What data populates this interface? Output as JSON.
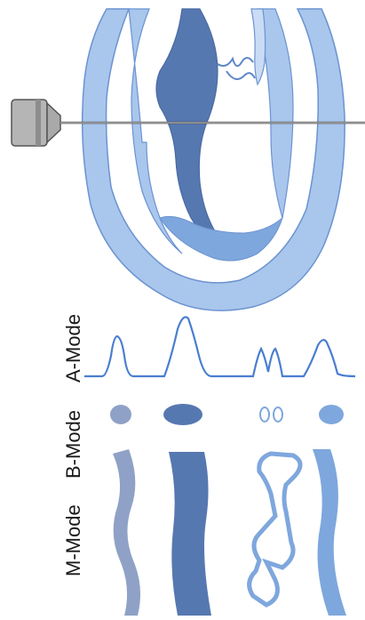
{
  "labels": {
    "a_mode": "A-Mode",
    "b_mode": "B-Mode",
    "m_mode": "M-Mode"
  },
  "colors": {
    "light_blue": "#a9c6ec",
    "mid_blue": "#7ea7dd",
    "dark_blue": "#5678b0",
    "gray_blue": "#8fa1c6",
    "outline": "#5d86c8",
    "probe_gray": "#9a9a9a"
  },
  "icons": {
    "probe": "ultrasound-probe-icon",
    "heart": "heart-cross-section-icon"
  }
}
